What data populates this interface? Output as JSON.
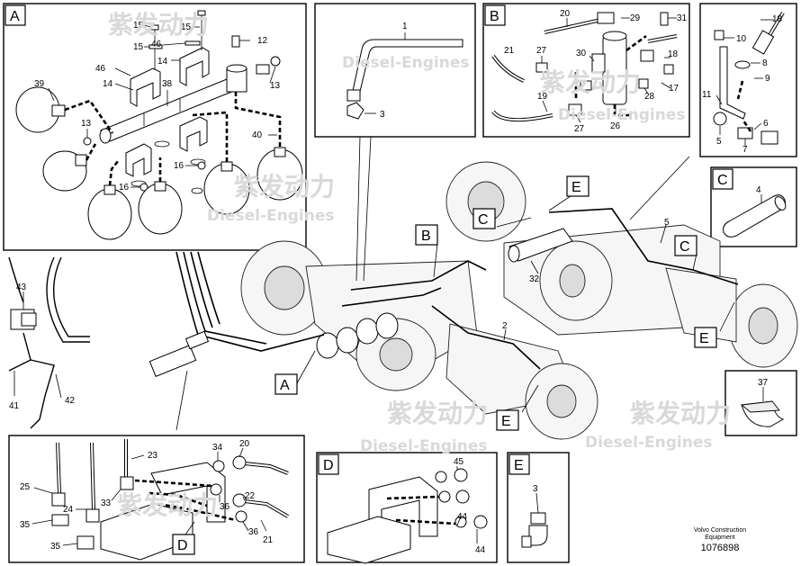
{
  "watermark": {
    "cn": "紫发动力",
    "en": "Diesel-Engines"
  },
  "footer": {
    "company": "Volvo Construction",
    "equipment": "Equipment",
    "part_number": "1076898"
  },
  "panels": {
    "A": "A",
    "B": "B",
    "C": "C",
    "D": "D",
    "E": "E"
  },
  "callouts": {
    "main_A": "A",
    "main_B": "B",
    "main_C1": "C",
    "main_C2": "C",
    "main_E1": "E",
    "main_E2": "E",
    "main_E3": "E",
    "panel_A_D": "D"
  },
  "part_labels": {
    "a39": "39",
    "a15a": "15",
    "a15b": "15",
    "a46a": "46",
    "a46b": "46",
    "a14a": "14",
    "a14b": "14",
    "a12": "12",
    "a13a": "13",
    "a13b": "13",
    "a38": "38",
    "a40": "40",
    "a16a": "16",
    "a16b": "16",
    "t1": "1",
    "t3": "3",
    "b20": "20",
    "b29": "29",
    "b31": "31",
    "b21": "21",
    "b27a": "27",
    "b30": "30",
    "b18": "18",
    "b17": "17",
    "b19": "19",
    "b28": "28",
    "b26": "26",
    "b27b": "27",
    "r18": "18",
    "r10": "10",
    "r8": "8",
    "r9": "9",
    "r11": "11",
    "r6": "6",
    "r5": "5",
    "r7": "7",
    "c4": "4",
    "m5": "5",
    "m32": "32",
    "m2": "2",
    "l43": "43",
    "l41": "41",
    "l42": "42",
    "s37": "37",
    "d23": "23",
    "d34": "34",
    "d20": "20",
    "d25": "25",
    "d24": "24",
    "d33": "33",
    "d22": "22",
    "d36a": "36",
    "d36b": "36",
    "d35a": "35",
    "d35b": "35",
    "d21": "21",
    "p45": "45",
    "p44a": "44",
    "p44b": "44",
    "e3": "3"
  }
}
